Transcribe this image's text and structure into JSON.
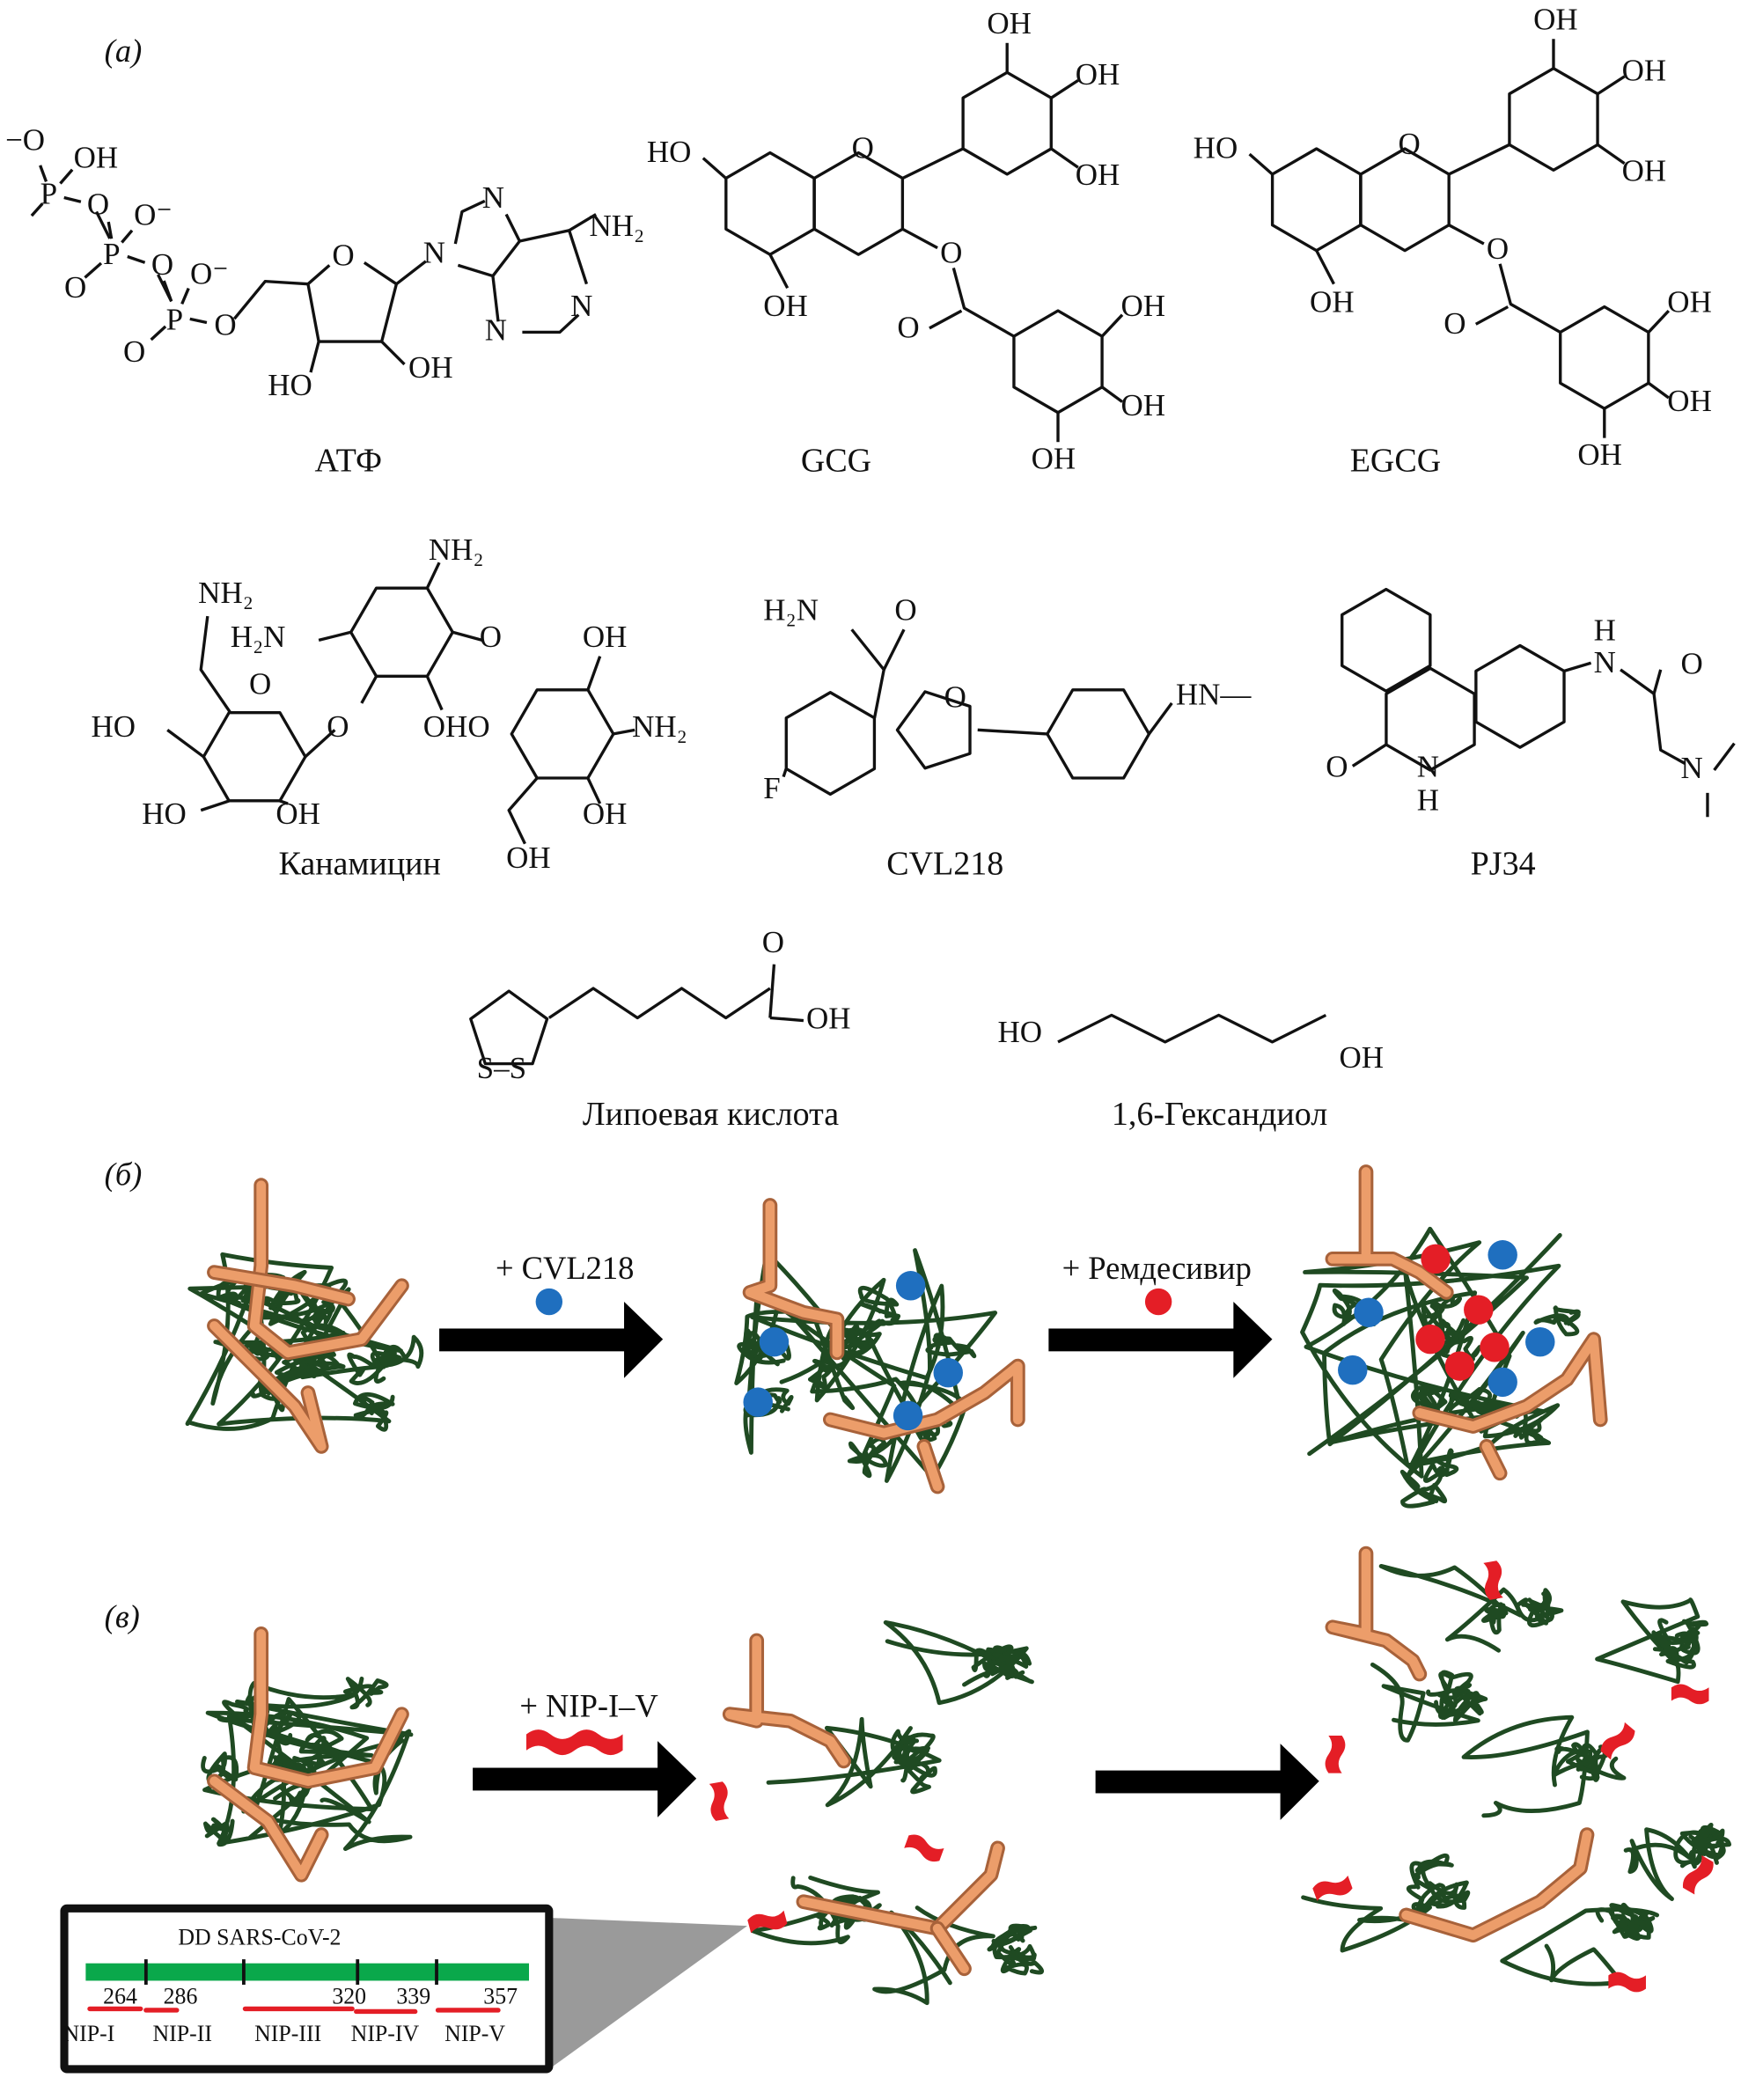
{
  "panel_labels": {
    "a": "(а)",
    "b": "(б)",
    "c": "(в)"
  },
  "panel_a": {
    "atp": {
      "name": "АТФ",
      "atoms": [
        "−O",
        "OH",
        "P",
        "O",
        "O⁻",
        "O",
        "P",
        "O",
        "O⁻",
        "O",
        "P",
        "O",
        "O",
        "N",
        "N",
        "NH₂",
        "N",
        "N",
        "HO",
        "OH",
        "O"
      ]
    },
    "gcg": {
      "name": "GCG",
      "atoms": [
        "HO",
        "O",
        "OH",
        "OH",
        "OH",
        "OH",
        "O",
        "O",
        "OH",
        "OH",
        "OH"
      ]
    },
    "egcg": {
      "name": "EGCG",
      "atoms": [
        "HO",
        "O",
        "OH",
        "OH",
        "OH",
        "OH",
        "O",
        "O",
        "OH",
        "OH",
        "OH"
      ]
    },
    "kanamycin": {
      "name": "Канамицин",
      "atoms": [
        "NH₂",
        "NH₂",
        "H₂N",
        "O",
        "OH",
        "O",
        "HO",
        "O",
        "OHO",
        "NH₂",
        "HO",
        "OH",
        "OH",
        "OH"
      ]
    },
    "cvl218": {
      "name": "CVL218",
      "atoms": [
        "H₂N",
        "O",
        "O",
        "F",
        "HN—"
      ]
    },
    "pj34": {
      "name": "PJ34",
      "atoms": [
        "H",
        "N",
        "O",
        "O",
        "N",
        "H",
        "N"
      ]
    },
    "lipoic_acid": {
      "name": "Липоевая кислота",
      "atoms": [
        "O",
        "OH",
        "S–S"
      ]
    },
    "hexanediol": {
      "name": "1,6-Гександиол",
      "atoms": [
        "HO",
        "OH"
      ]
    }
  },
  "panel_b": {
    "step1_label": "+ CVL218",
    "step2_label": "+ Ремдесивир"
  },
  "panel_c": {
    "step1_label": "+ NIP-I–V",
    "inset": {
      "title": "DD SARS-CoV-2",
      "positions": [
        "264",
        "286",
        "320",
        "339",
        "357"
      ],
      "peptides": [
        "NIP-I",
        "NIP-II",
        "NIP-III",
        "NIP-IV",
        "NIP-V"
      ]
    }
  },
  "colors": {
    "coil": "#1f4a22",
    "rna": "#ec9d6a",
    "cvl218_dot": "#1f6fbf",
    "remdesivir_dot": "#e41e26",
    "nip": "#e41e26",
    "domain_bar": "#0aa84b"
  }
}
